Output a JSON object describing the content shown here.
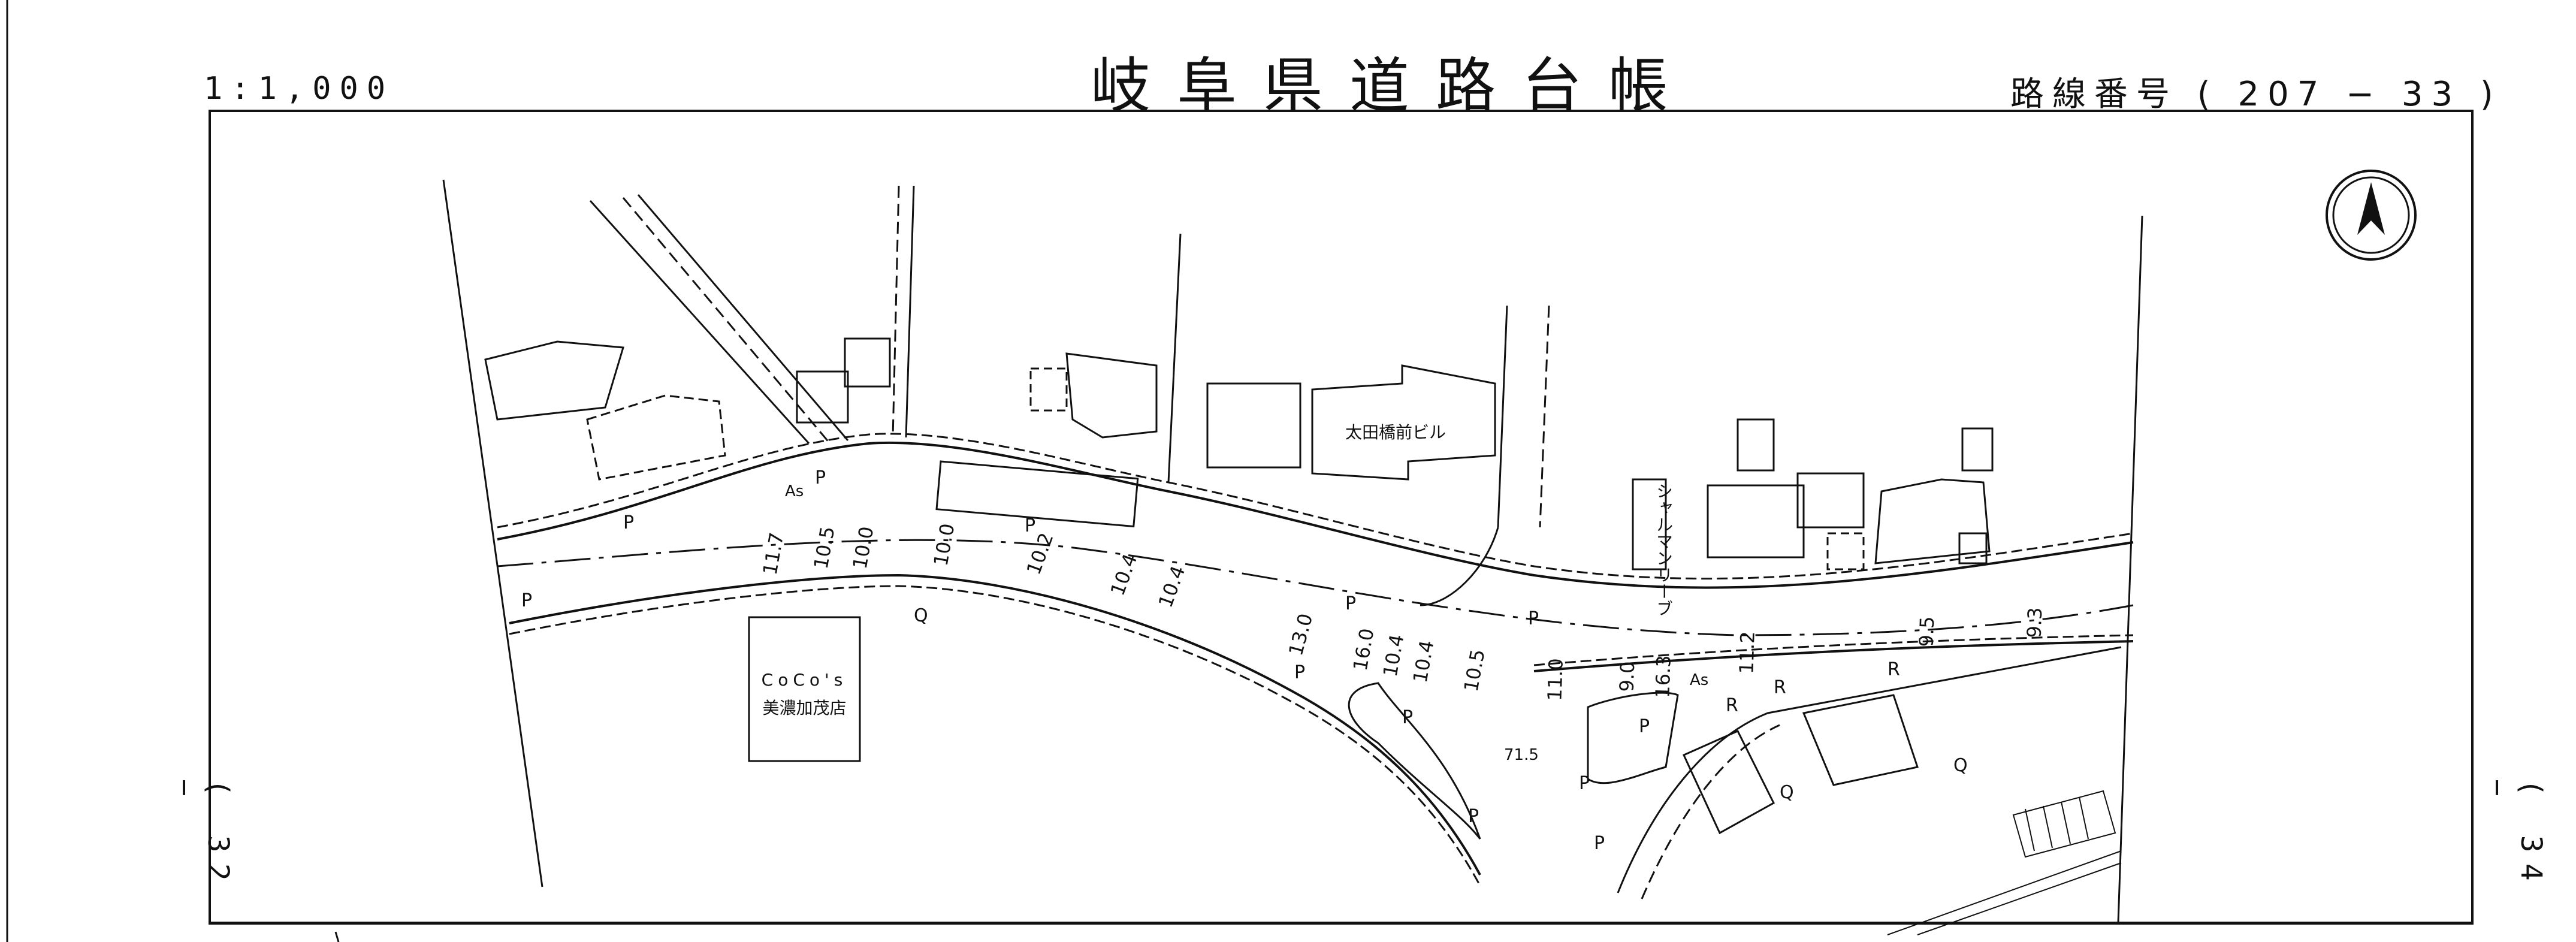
{
  "header": {
    "scale": "1:1,000",
    "title": "岐阜県道路台帳",
    "route_number": "路線番号 ( 207 − 33 )"
  },
  "side_labels": {
    "left": "( 32 −",
    "right": "( 34 −"
  },
  "map": {
    "buildings": [
      {
        "name": "太田橋前ビル"
      },
      {
        "name": "シャルマンリーブ"
      },
      {
        "name": "CoCo's",
        "sub": "美濃加茂店"
      }
    ],
    "road_widths": [
      "11.7",
      "10.5",
      "10.0",
      "10.0",
      "10.2",
      "10.4",
      "10.4",
      "13.0",
      "16.0",
      "10.4",
      "10.4",
      "10.5",
      "11.0",
      "9.0",
      "16.3",
      "11.2",
      "9.5",
      "9.3"
    ],
    "other_labels": [
      "As",
      "As",
      "71.5"
    ],
    "symbols": [
      "P",
      "R",
      "Q"
    ]
  },
  "north_arrow": "north-arrow"
}
